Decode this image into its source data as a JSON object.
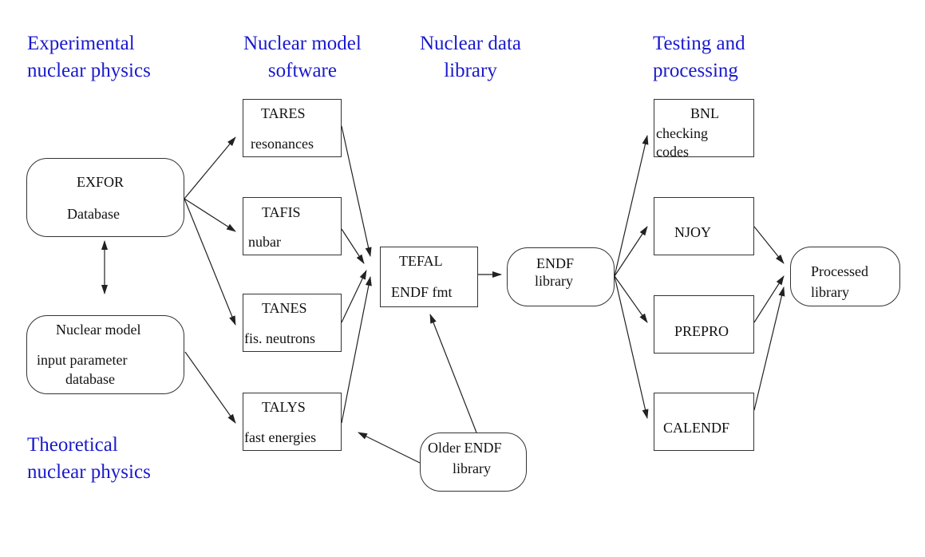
{
  "colors": {
    "heading": "#1a1acc",
    "line": "#222222",
    "text": "#111111"
  },
  "headings": {
    "experimental": [
      "Experimental",
      "nuclear physics"
    ],
    "model_software": [
      "Nuclear model",
      "software"
    ],
    "data_library": [
      "Nuclear data",
      "library"
    ],
    "testing": [
      "Testing and",
      "processing"
    ],
    "theoretical": [
      "Theoretical",
      "nuclear physics"
    ]
  },
  "nodes": {
    "exfor": [
      "EXFOR",
      "Database"
    ],
    "model_input": [
      "Nuclear model",
      "input parameter",
      "database"
    ],
    "tares": [
      "TARES",
      "resonances"
    ],
    "tafis": [
      "TAFIS",
      "nubar"
    ],
    "tanes": [
      "TANES",
      "fis. neutrons"
    ],
    "talys": [
      "TALYS",
      "fast energies"
    ],
    "tefal": [
      "TEFAL",
      "ENDF fmt"
    ],
    "older_endf": [
      "Older ENDF",
      "library"
    ],
    "endf": [
      "ENDF",
      "library"
    ],
    "bnl": [
      "BNL",
      "checking",
      "codes"
    ],
    "njoy": [
      "NJOY"
    ],
    "prepro": [
      "PREPRO"
    ],
    "calendf": [
      "CALENDF"
    ],
    "processed": [
      "Processed",
      "library"
    ]
  },
  "edges": [
    {
      "from": "exfor",
      "to": "tares"
    },
    {
      "from": "exfor",
      "to": "tafis"
    },
    {
      "from": "exfor",
      "to": "tanes"
    },
    {
      "from": "exfor",
      "to": "model_input",
      "bidirectional": true
    },
    {
      "from": "model_input",
      "to": "talys"
    },
    {
      "from": "tares",
      "to": "tefal"
    },
    {
      "from": "tafis",
      "to": "tefal"
    },
    {
      "from": "tanes",
      "to": "tefal"
    },
    {
      "from": "talys",
      "to": "tefal"
    },
    {
      "from": "older_endf",
      "to": "tefal"
    },
    {
      "from": "older_endf",
      "to": "talys"
    },
    {
      "from": "tefal",
      "to": "endf"
    },
    {
      "from": "endf",
      "to": "bnl"
    },
    {
      "from": "endf",
      "to": "njoy"
    },
    {
      "from": "endf",
      "to": "prepro"
    },
    {
      "from": "endf",
      "to": "calendf"
    },
    {
      "from": "njoy",
      "to": "processed"
    },
    {
      "from": "prepro",
      "to": "processed"
    },
    {
      "from": "calendf",
      "to": "processed"
    }
  ]
}
